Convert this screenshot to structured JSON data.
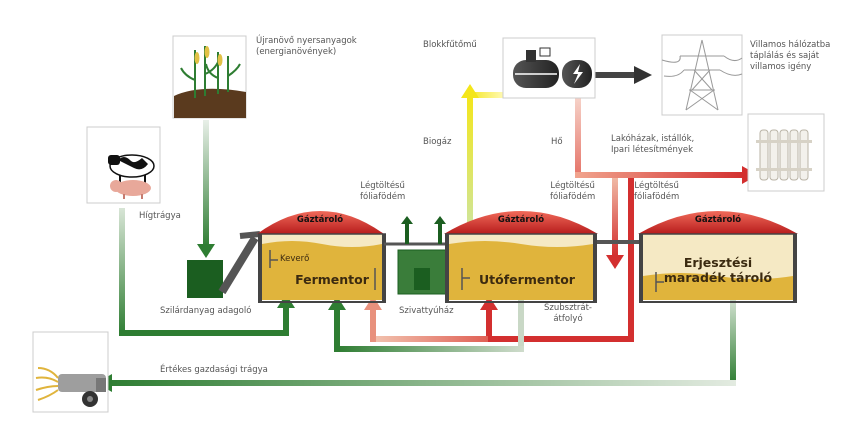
{
  "labels": {
    "renewable": "Újranövő nyersanyagok\n(energianövények)",
    "chp": "Blokkfűtőmű",
    "grid": "Villamos hálózatba\ntáplálás és saját\nvillamos igény",
    "biogas": "Biogáz",
    "heat": "Hő",
    "heat_users": "Lakóházak, istállók,\nIpari létesítmények",
    "slurry": "Hígtrágya",
    "roof1": "Légtöltésű\nfóliafödém",
    "roof2": "Légtöltésű\nfóliafödém",
    "roof3": "Légtöltésű\nfóliafödém",
    "gas1": "Gáztároló",
    "gas2": "Gáztároló",
    "gas3": "Gáztároló",
    "mixer": "Keverő",
    "fermentor": "Fermentor",
    "postfermentor": "Utófermentor",
    "digestate": "Erjesztési\nmaradék tároló",
    "solid_feeder": "Szilárdanyag adagoló",
    "pump_house": "Szivattyúház",
    "overflow": "Szubsztrát-\nátfolyó",
    "fertilizer": "Értékes gazdasági trágya"
  },
  "colors": {
    "green": "#2e7d32",
    "red": "#d32f2f",
    "yellow": "#f4e61a",
    "gas_roof": "#c62828",
    "substrate": "#e0b43c"
  }
}
